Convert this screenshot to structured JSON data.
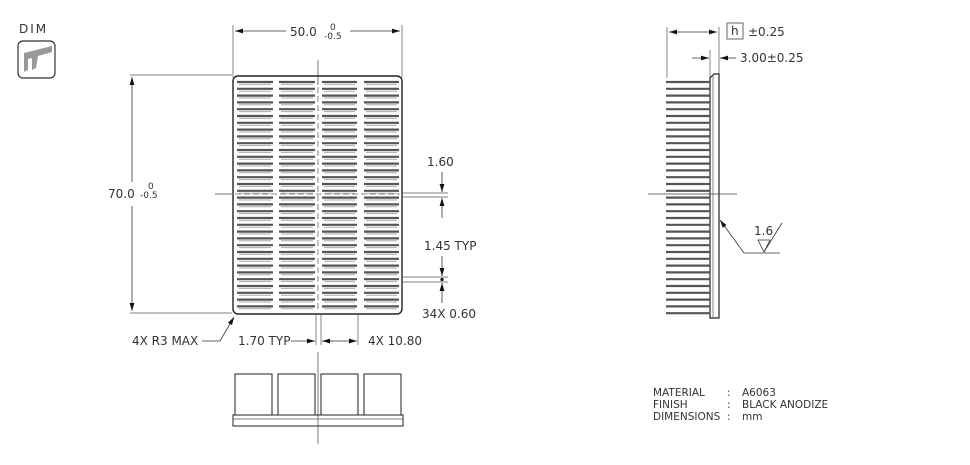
{
  "badge": {
    "label": "DIM",
    "icon": "caliper-icon"
  },
  "top_view": {
    "width_dim": {
      "nominal": "50.0",
      "upper": "0",
      "lower": "-0.5"
    },
    "height_dim": {
      "nominal": "70.0",
      "upper": "0",
      "lower": "-0.5"
    },
    "gap_dim": "1.60",
    "pitch_dim": "1.45 TYP",
    "fin_count_dim": "34X 0.60",
    "corner_radius": "4X R3 MAX",
    "slot_width": "1.70 TYP",
    "column_width": "4X 10.80",
    "columns": 4
  },
  "side_view": {
    "height_dim": {
      "symbol": "h",
      "tolerance": "±0.25"
    },
    "base_dim": "3.00±0.25",
    "roughness": "1.6"
  },
  "notes": [
    {
      "key": "MATERIAL",
      "sep": ":",
      "value": "A6063"
    },
    {
      "key": "FINISH",
      "sep": ":",
      "value": "BLACK ANODIZE"
    },
    {
      "key": "DIMENSIONS",
      "sep": ":",
      "value": "mm"
    }
  ]
}
